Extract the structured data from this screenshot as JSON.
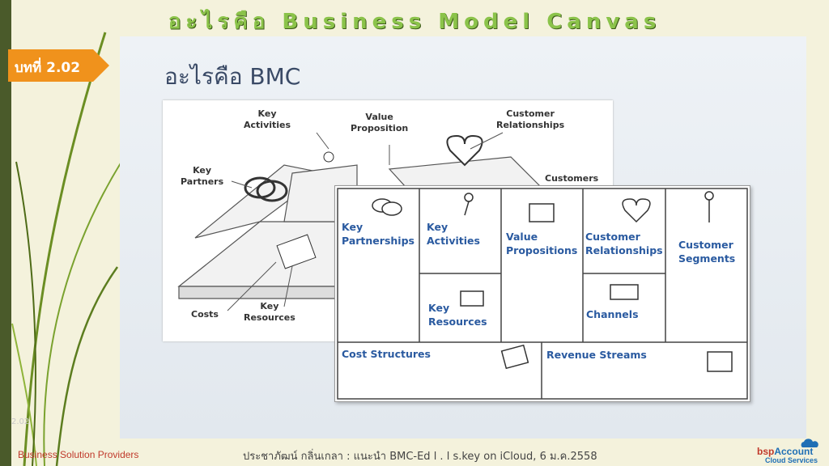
{
  "header": {
    "title": "อะไรคือ Business Model Canvas"
  },
  "badge": {
    "label": "บทที่ 2.02",
    "color": "#f0921c"
  },
  "slide": {
    "heading": "อะไรคือ BMC",
    "back_diagram": {
      "labels": {
        "key_activities": "Key\nActivities",
        "value_proposition": "Value\nProposition",
        "customer_relationships": "Customer\nRelationships",
        "key_partners": "Key\nPartners",
        "customers": "Customers",
        "costs": "Costs",
        "key_resources": "Key\nResources"
      }
    },
    "canvas": {
      "key_partnerships": "Key\nPartnerships",
      "key_activities": "Key\nActivities",
      "value_propositions": "Value\nPropositions",
      "customer_relationships": "Customer\nRelationships",
      "customer_segments": "Customer\nSegments",
      "key_resources": "Key\nResources",
      "channels": "Channels",
      "cost_structures": "Cost Structures",
      "revenue_streams": "Revenue Streams"
    },
    "slide_number": "2.02"
  },
  "footer": {
    "left": "Business Solution Providers",
    "center": "ประชาภัฒน์ กลิ่นเกลา : แนะนำ BMC-Ed l . l s.key on iCloud, 6 ม.ค.2558",
    "logo_main_a": "bsp",
    "logo_main_b": "Account",
    "logo_sub": "Cloud Services"
  },
  "colors": {
    "title": "#8bc34a",
    "canvas_label": "#2a5aa0",
    "footer_left": "#c0392b"
  }
}
